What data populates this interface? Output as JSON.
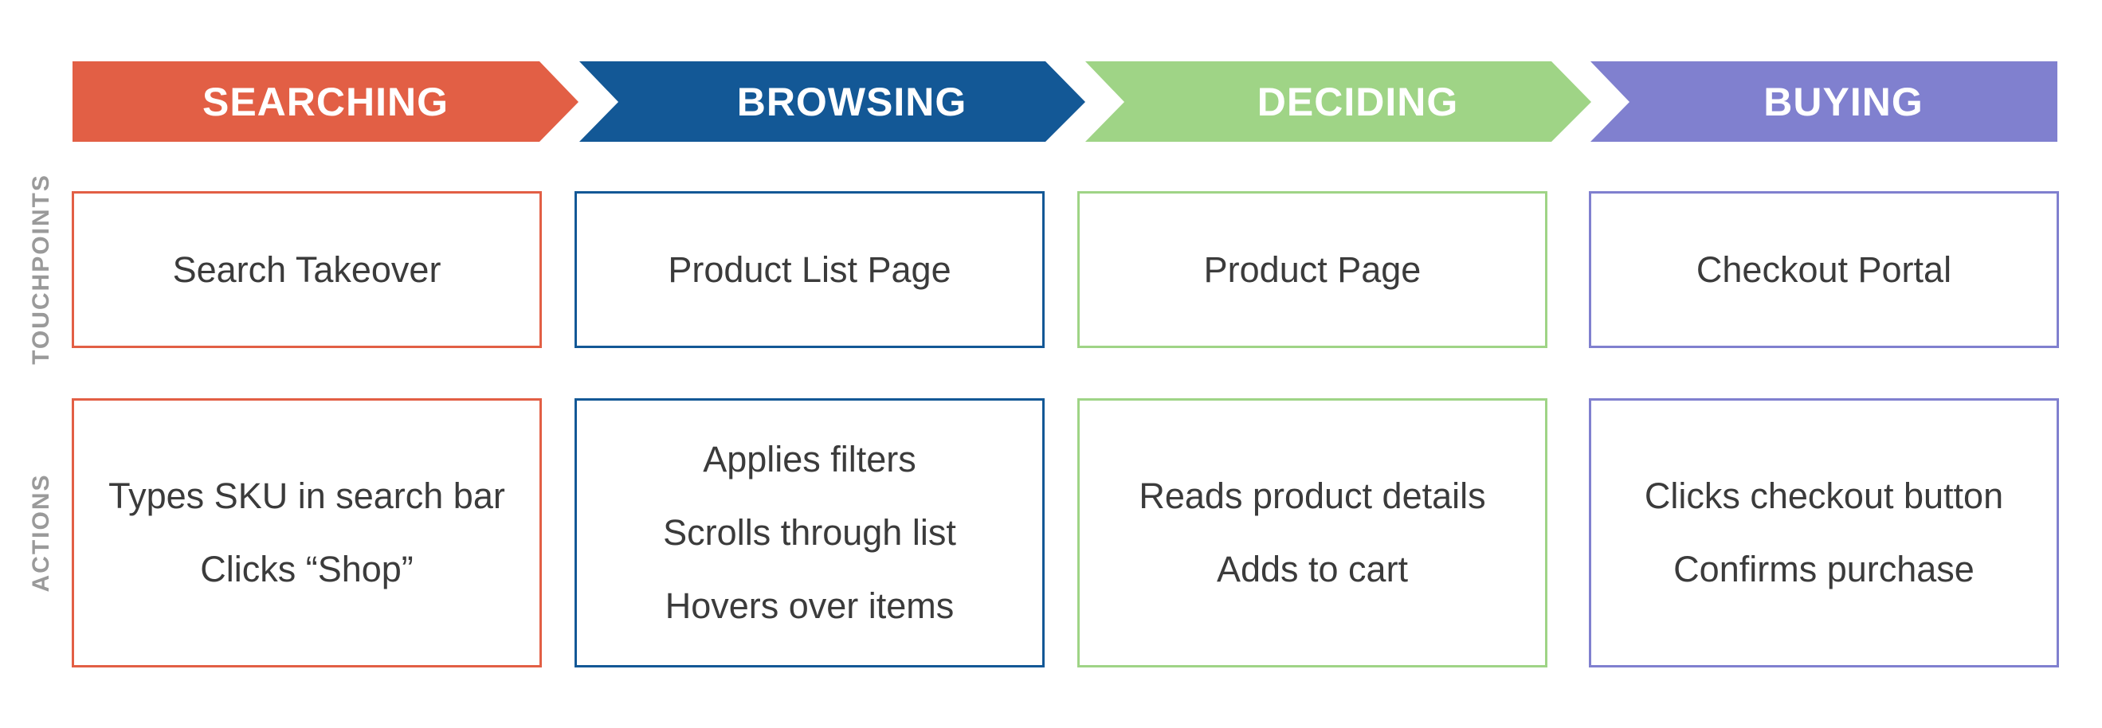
{
  "stages": [
    {
      "label": "SEARCHING",
      "color": "#e25f45"
    },
    {
      "label": "BROWSING",
      "color": "#135896"
    },
    {
      "label": "DECIDING",
      "color": "#9fd486"
    },
    {
      "label": "BUYING",
      "color": "#8080cf"
    }
  ],
  "rows": {
    "touchpoints_label": "TOUCHPOINTS",
    "actions_label": "ACTIONS"
  },
  "touchpoints": [
    "Search Takeover",
    "Product List Page",
    "Product Page",
    "Checkout Portal"
  ],
  "actions": [
    [
      "Types SKU in search bar",
      "Clicks “Shop”"
    ],
    [
      "Applies filters",
      "Scrolls through list",
      "Hovers over items"
    ],
    [
      "Reads product details",
      "Adds to cart"
    ],
    [
      "Clicks checkout button",
      "Confirms purchase"
    ]
  ]
}
